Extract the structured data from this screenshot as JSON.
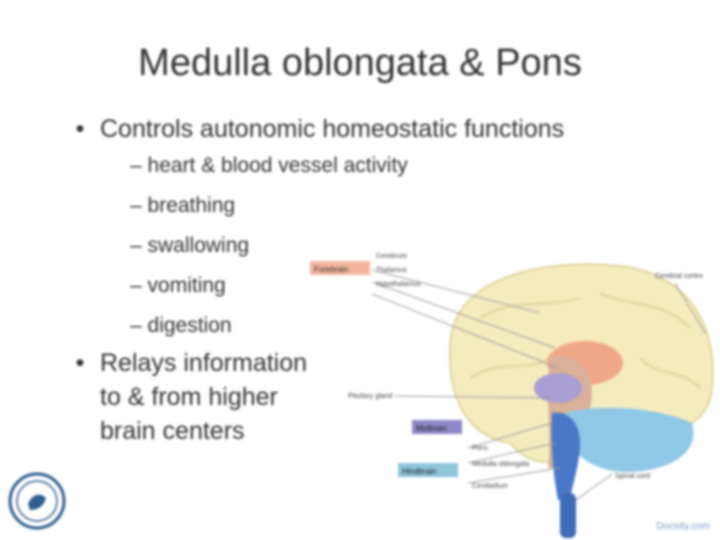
{
  "slide": {
    "title": "Medulla oblongata & Pons",
    "bullet1": "Controls autonomic homeostatic functions",
    "sub_items": [
      "heart & blood vessel activity",
      "breathing",
      "swallowing",
      "vomiting",
      "digestion"
    ],
    "bullet2_lines": [
      "Relays information",
      "to & from higher",
      "brain centers"
    ]
  },
  "diagram": {
    "forebrain_label": "Forebrain",
    "midbrain_label": "Midbrain",
    "hindbrain_label": "Hindbrain",
    "cerebrum_label": "Cerebrum",
    "thalamus_label": "Thalamus",
    "hypothalamus_label": "Hypothalamus",
    "pituitary_label": "Pituitary gland",
    "pons_label": "Pons",
    "medulla_label": "Medulla oblongata",
    "cerebellum_label": "Cerebellum",
    "spinal_cord_label": "Spinal cord",
    "cortex_label": "Cerebral cortex"
  },
  "footer": {
    "credit": "Docsity.com"
  },
  "colors": {
    "forebrain_tag": "#f2b59c",
    "midbrain_tag": "#8e88c8",
    "hindbrain_tag": "#8ec4dc",
    "brain": "#f5ecbe",
    "cerebellum": "#8fc8e6"
  }
}
